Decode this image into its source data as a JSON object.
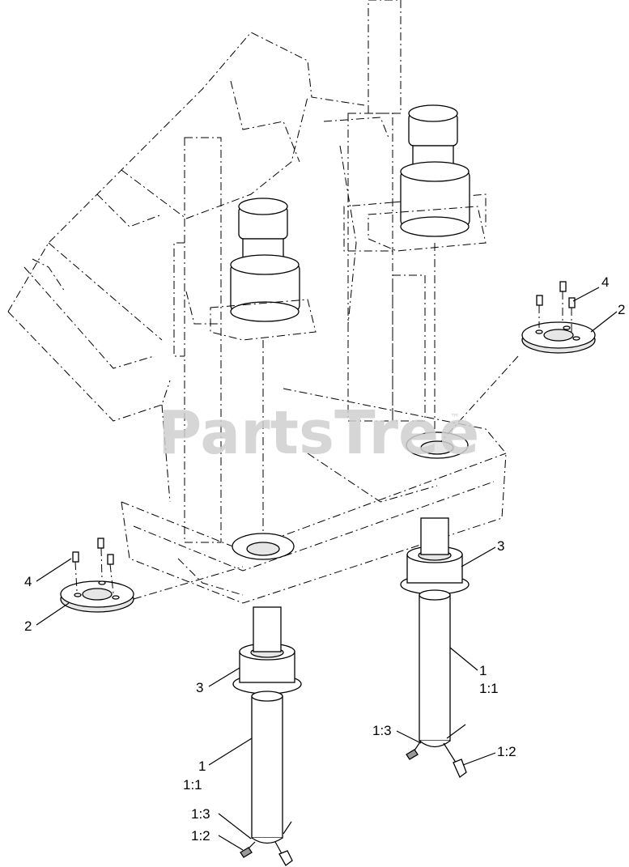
{
  "watermark": {
    "text": "PartsTree",
    "mark": "™"
  },
  "callouts": {
    "c1": "4",
    "c2": "2",
    "c3": "4",
    "c4": "2",
    "c5": "3",
    "c6": "3",
    "c7": "1",
    "c8": "1:1",
    "c9": "1",
    "c10": "1:1",
    "c11": "1:3",
    "c12": "1:2",
    "c13": "1:3",
    "c14": "1:2"
  }
}
